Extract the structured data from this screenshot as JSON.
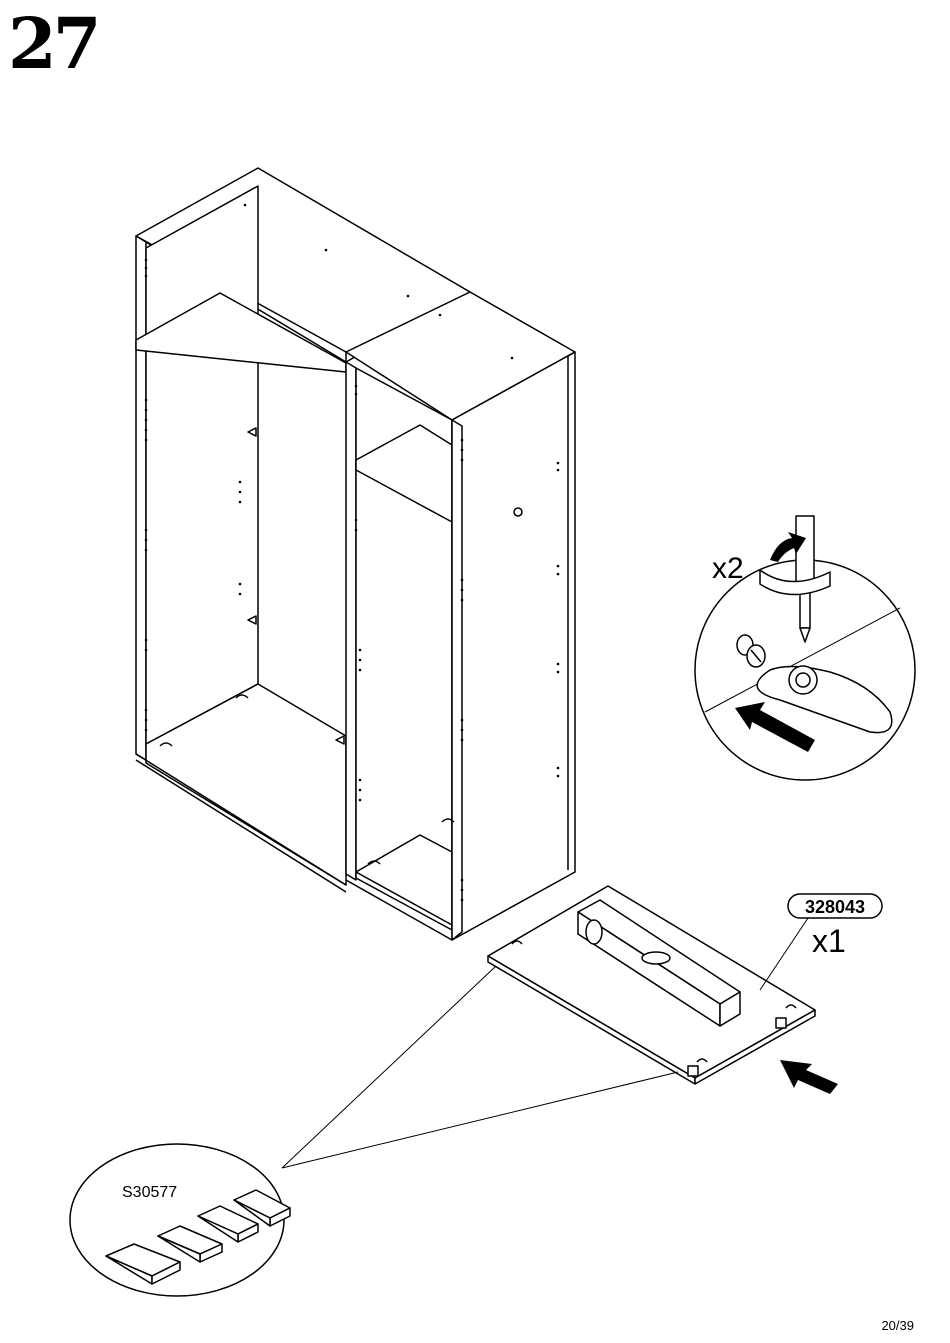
{
  "step": "27",
  "page": "20/39",
  "detail": {
    "qty_label": "x2"
  },
  "part": {
    "number": "328043",
    "qty": "x1"
  },
  "hardware": {
    "code": "S30577"
  }
}
